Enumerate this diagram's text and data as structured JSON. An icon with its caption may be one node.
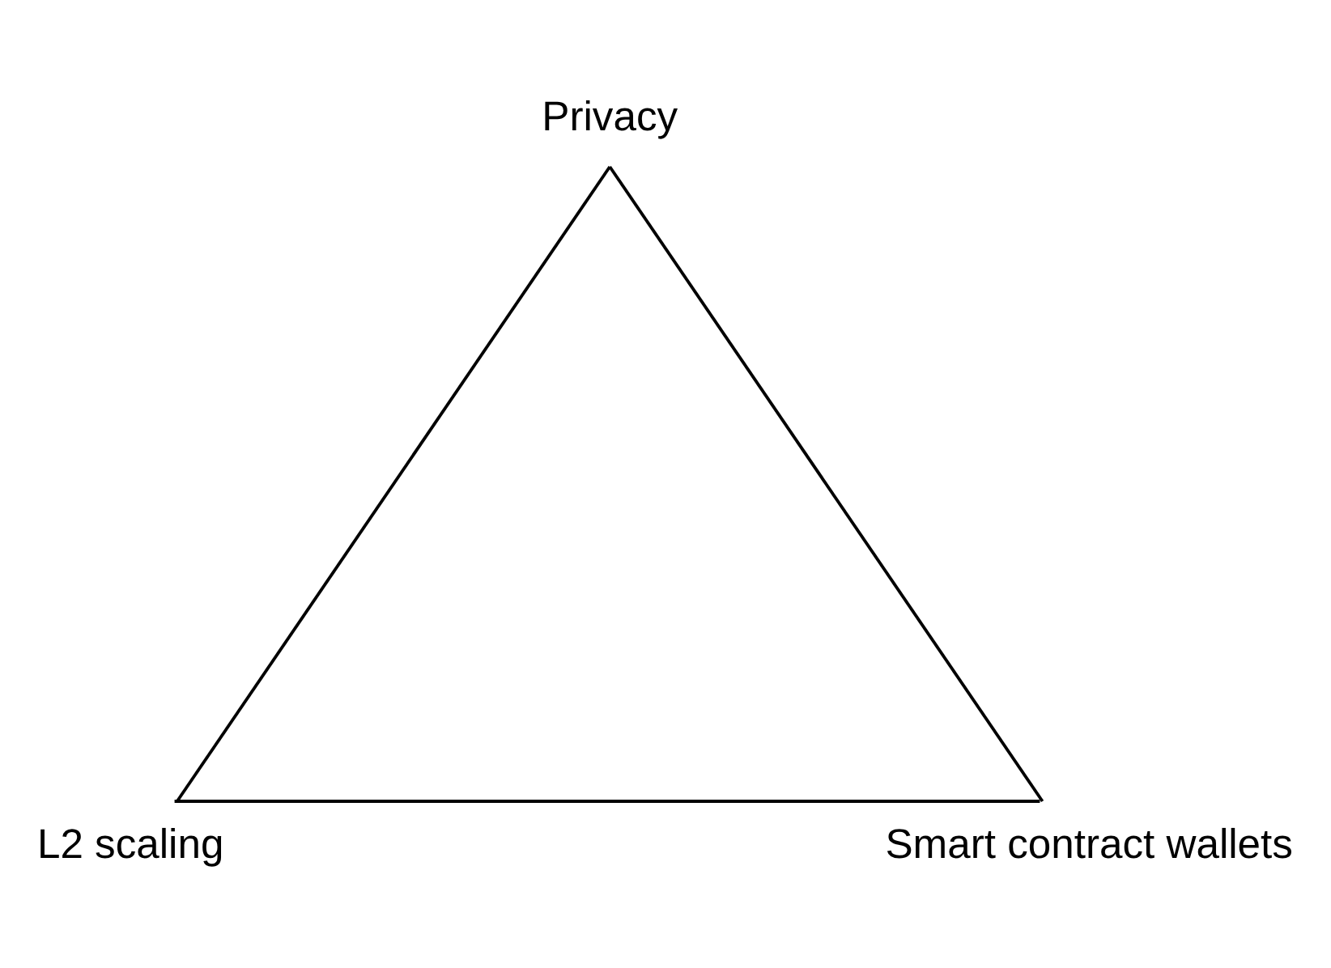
{
  "diagram": {
    "nodes": [
      {
        "text": [
          "Privacy"
        ]
      },
      {
        "text": [
          "L2 scaling"
        ]
      },
      {
        "text": [
          "Smart contract wallets"
        ]
      }
    ],
    "edges": [
      {
        "from": 0,
        "to": 1,
        "arrow": "none"
      },
      {
        "from": 0,
        "to": 2,
        "arrow": "none"
      },
      {
        "from": 1,
        "to": 2,
        "arrow": "none"
      }
    ]
  }
}
